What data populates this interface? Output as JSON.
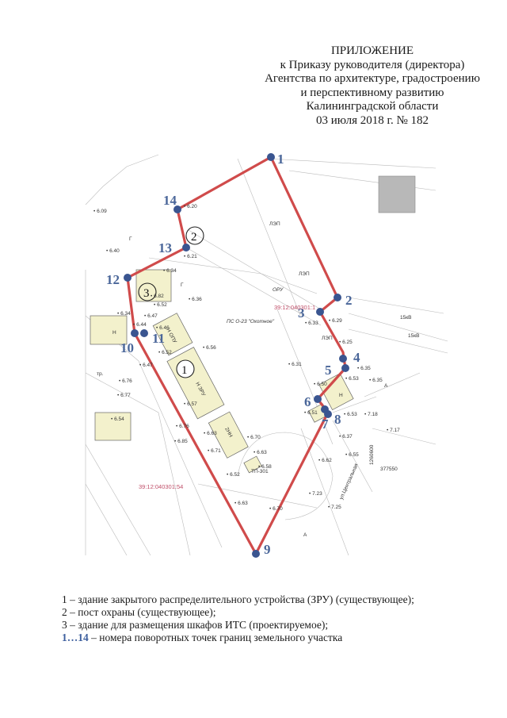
{
  "header": {
    "line1": "ПРИЛОЖЕНИЕ",
    "line2": "к Приказу руководителя (директора)",
    "line3": "Агентства по архитектуре, градостроению",
    "line4": "и перспективному развитию",
    "line5": "Калининградской области",
    "line6": "03 июля 2018 г. № 182"
  },
  "map": {
    "cadastral_1": "39:12:040301:1",
    "cadastral_2": "39:12:040301:54",
    "substation": "ПС О-23 \"Охотное\"",
    "oru": "ОРУ",
    "street": "ул.Центральная",
    "tp": "ТП-301",
    "kv1": "15кВ",
    "kv2": "15кВ",
    "building_h": "Н",
    "zru": "Н\nЗРУ",
    "ozu": "Н\nОПУ",
    "label_2nn": "2НН",
    "label_tr": "тр.",
    "label_g1": "Г",
    "label_g2": "Г",
    "label_a1": "А",
    "label_a2": "А",
    "label_lep1": "ЛЭП",
    "label_lep2": "ЛЭП",
    "label_lep3": "ЛЭП",
    "coord_x": "1260600",
    "coord_y": "377550",
    "heights": [
      "6.09",
      "6.40",
      "6.20",
      "6.21",
      "6.34",
      "6.82",
      "6.52",
      "6.36",
      "6.34",
      "6.47",
      "6.44",
      "6.46",
      "6.56",
      "6.47",
      "6.76",
      "6.77",
      "6.52",
      "6.57",
      "6.63",
      "6.76",
      "6.85",
      "6.70",
      "6.71",
      "6.63",
      "6.58",
      "6.52",
      "6.63",
      "6.54",
      "6.70",
      "6.33",
      "6.29",
      "6.25",
      "6.31",
      "6.35",
      "6.50",
      "6.53",
      "6.35",
      "6.51",
      "6.53",
      "6.37",
      "6.62",
      "7.23",
      "7.25",
      "7.18",
      "7.17",
      "6.55"
    ],
    "points": [
      "1",
      "2",
      "3",
      "4",
      "5",
      "6",
      "7",
      "8",
      "9",
      "10",
      "11",
      "12",
      "13",
      "14"
    ],
    "circles": [
      "1",
      "2",
      "3"
    ]
  },
  "legend": {
    "item1": "1 – здание закрытого распределительного устройства (ЗРУ) (существующее);",
    "item2": "2 – пост охраны (существующее);",
    "item3": "3 – здание для размещения шкафов ИТС (проектируемое);",
    "item4_prefix": "1…14",
    "item4_text": " – номера поворотных точек границ земельного участка"
  },
  "colors": {
    "boundary": "#d04b4b",
    "point": "#3a5590",
    "number": "#4a6699"
  }
}
